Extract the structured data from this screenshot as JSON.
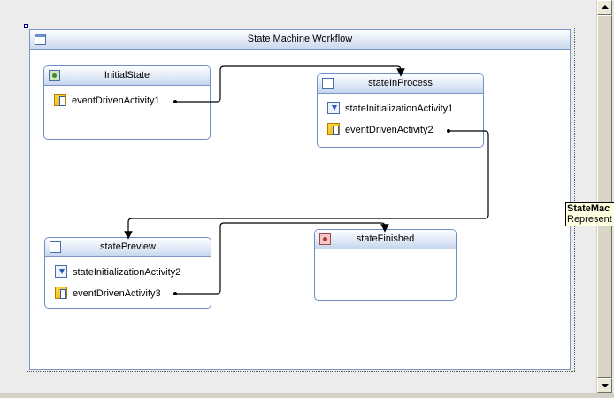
{
  "workflow": {
    "title": "State Machine Workflow",
    "icon": "state-machine-icon"
  },
  "states": {
    "initial": {
      "title": "InitialState",
      "icon": "initial-state-icon",
      "activities": [
        "eventDrivenActivity1"
      ]
    },
    "inprocess": {
      "title": "stateInProcess",
      "icon": "state-icon",
      "activities": [
        "stateInitializationActivity1",
        "eventDrivenActivity2"
      ]
    },
    "preview": {
      "title": "statePreview",
      "icon": "state-icon",
      "activities": [
        "stateInitializationActivity2",
        "eventDrivenActivity3"
      ]
    },
    "finished": {
      "title": "stateFinished",
      "icon": "completed-state-icon",
      "activities": []
    }
  },
  "tooltip": {
    "title": "StateMac",
    "text": "Represent"
  },
  "colors": {
    "connector": "#000000",
    "state_border": "#6f8fc4",
    "header_gradient_end": "#c5d5ee"
  }
}
